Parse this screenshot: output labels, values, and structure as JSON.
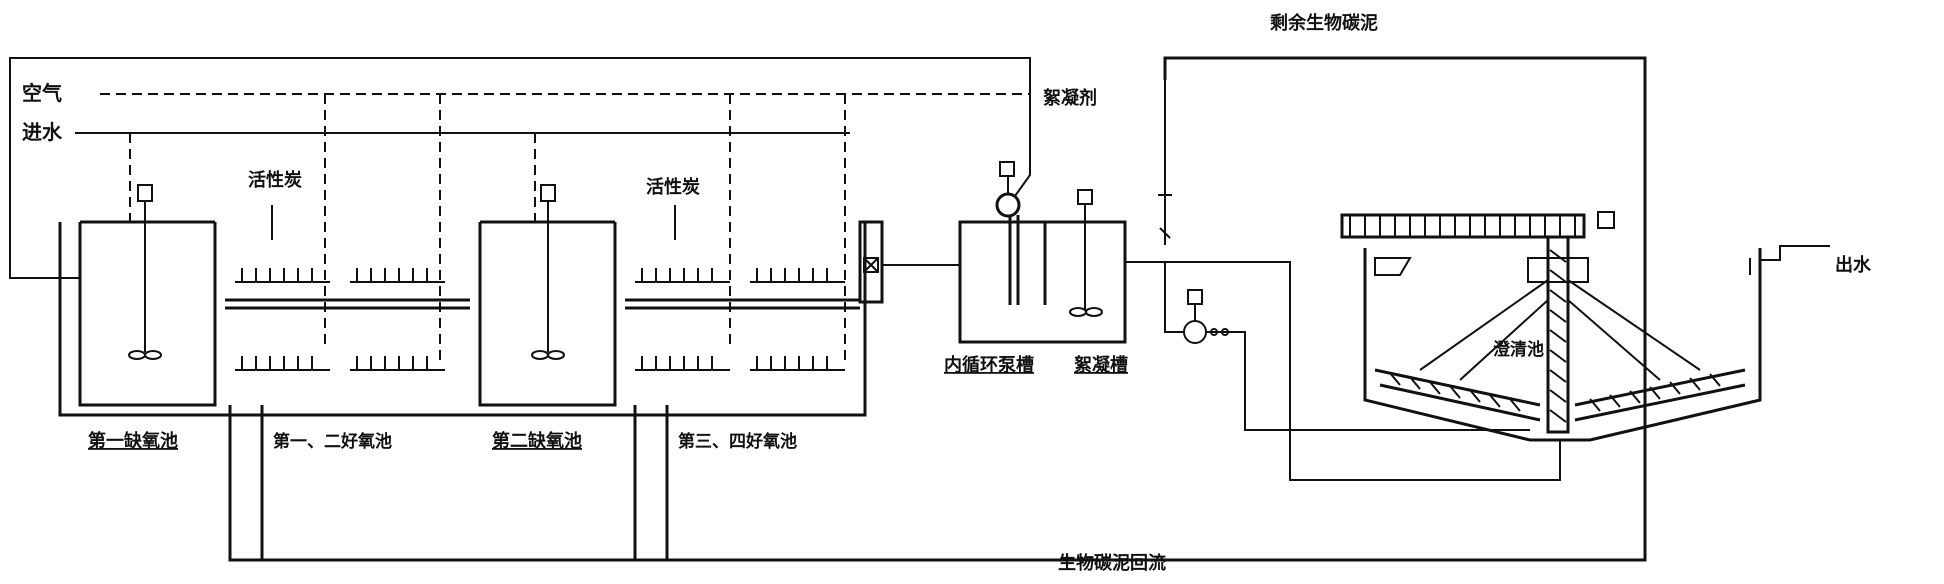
{
  "labels": {
    "air": "空气",
    "inlet": "进水",
    "activated_carbon_1": "活性炭",
    "activated_carbon_2": "活性炭",
    "flocculant": "絮凝剂",
    "excess_sludge": "剩余生物碳泥",
    "outlet": "出水",
    "anoxic_1": "第一缺氧池",
    "aerobic_12": "第一、二好氧池",
    "anoxic_2": "第二缺氧池",
    "aerobic_34": "第三、四好氧池",
    "internal_circulation_tank": "内循环泵槽",
    "flocculation_tank": "絮凝槽",
    "clarifier": "澄清池",
    "biocarbon_return": "生物碳泥回流"
  },
  "colors": {
    "line": "#111111",
    "background": "#ffffff"
  }
}
